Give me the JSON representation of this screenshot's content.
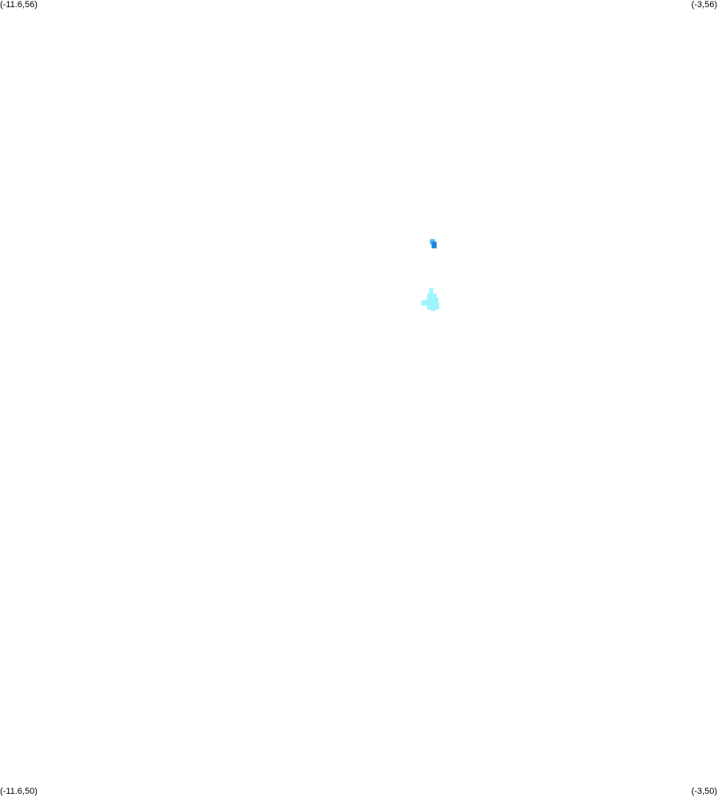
{
  "corner_labels": {
    "top_left": "(-11.6,56)",
    "top_right": "(-3,56)",
    "bottom_left": "(-11.6,50)",
    "bottom_right": "(-3,50)"
  },
  "map_data": {
    "type": "raster",
    "bounds": {
      "lon_min": -11.6,
      "lon_max": -3,
      "lat_min": 50,
      "lat_max": 56
    },
    "colors": {
      "dark_blue": "#1a86d9",
      "mid_blue": "#4fb8f0",
      "cyan": "#9ef4ff"
    },
    "cells": [
      {
        "lon": -6.45,
        "lat": 54.2,
        "w": 0.06,
        "h": 0.04,
        "color": "mid_blue"
      },
      {
        "lon": -6.43,
        "lat": 54.18,
        "w": 0.06,
        "h": 0.05,
        "color": "dark_blue"
      },
      {
        "lon": -6.46,
        "lat": 53.83,
        "w": 0.05,
        "h": 0.04,
        "color": "cyan"
      },
      {
        "lon": -6.48,
        "lat": 53.79,
        "w": 0.11,
        "h": 0.03,
        "color": "cyan"
      },
      {
        "lon": -6.49,
        "lat": 53.76,
        "w": 0.14,
        "h": 0.03,
        "color": "cyan"
      },
      {
        "lon": -6.55,
        "lat": 53.74,
        "w": 0.2,
        "h": 0.03,
        "color": "cyan"
      },
      {
        "lon": -6.56,
        "lat": 53.72,
        "w": 0.22,
        "h": 0.02,
        "color": "cyan"
      },
      {
        "lon": -6.48,
        "lat": 53.7,
        "w": 0.14,
        "h": 0.03,
        "color": "cyan"
      },
      {
        "lon": -6.44,
        "lat": 53.68,
        "w": 0.06,
        "h": 0.02,
        "color": "cyan"
      }
    ]
  }
}
